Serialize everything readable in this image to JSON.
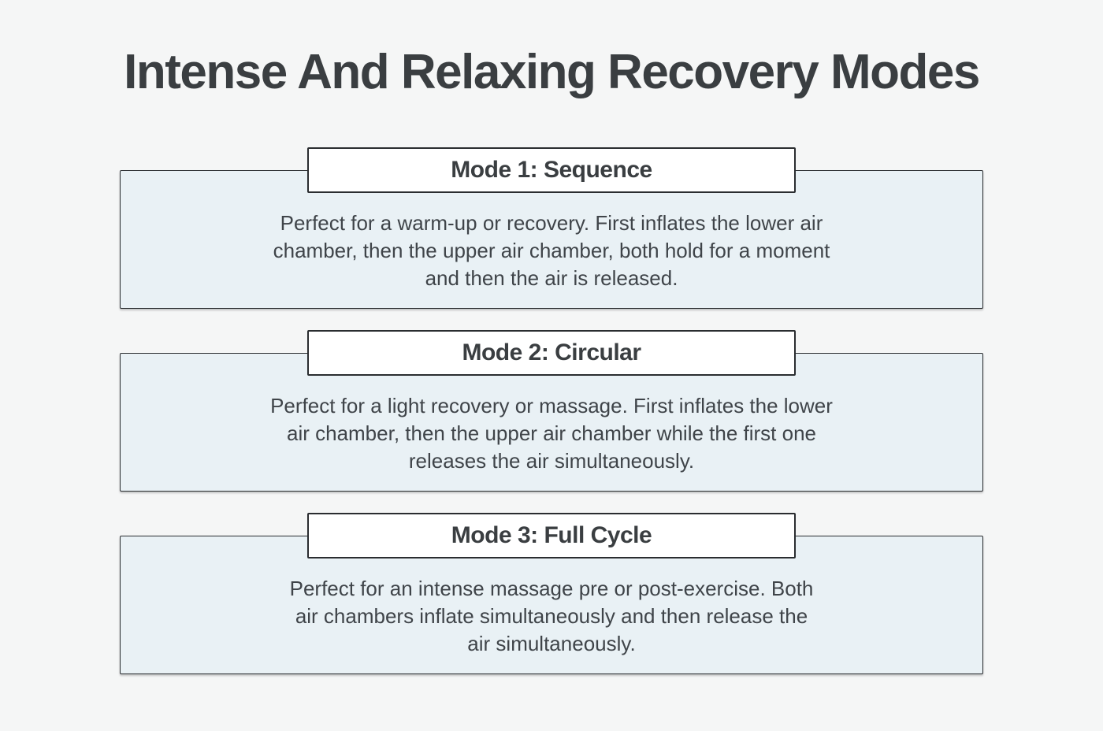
{
  "page": {
    "title": "Intense And Relaxing Recovery Modes"
  },
  "colors": {
    "background": "#f5f6f6",
    "panel_fill": "#e9f1f5",
    "header_fill": "#ffffff",
    "border": "#2a2d30",
    "heading_text": "#3a3e41",
    "body_text": "#3f4449"
  },
  "cards": [
    {
      "title": "Mode 1: Sequence",
      "description": "Perfect for a warm-up or recovery. First inflates the lower air\nchamber, then the upper air chamber, both hold for a moment\nand then the air is released."
    },
    {
      "title": "Mode 2: Circular",
      "description": "Perfect for a light recovery or massage. First inflates the lower\nair chamber, then the upper air chamber while the first one\nreleases the air simultaneously."
    },
    {
      "title": "Mode 3: Full Cycle",
      "description": "Perfect for an intense massage pre or post-exercise. Both\nair chambers inflate simultaneously and then release the\nair simultaneously."
    }
  ]
}
